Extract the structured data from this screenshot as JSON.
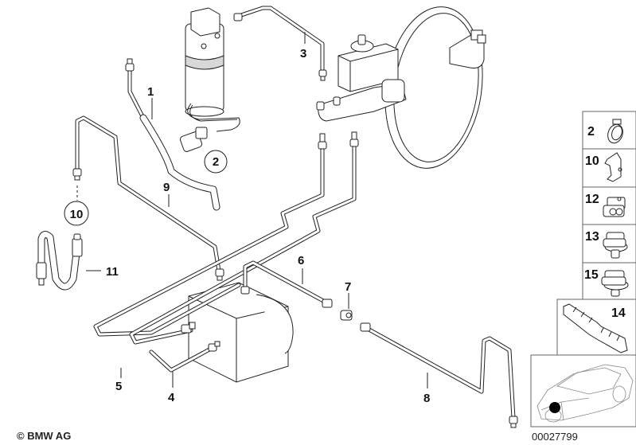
{
  "diagram": {
    "title": "Brake pipe, front / master cylinder and hydraulic unit",
    "callouts": [
      {
        "id": "1",
        "label": "1",
        "circled": false
      },
      {
        "id": "2",
        "label": "2",
        "circled": true
      },
      {
        "id": "3",
        "label": "3",
        "circled": false
      },
      {
        "id": "4",
        "label": "4",
        "circled": false
      },
      {
        "id": "5",
        "label": "5",
        "circled": false
      },
      {
        "id": "6",
        "label": "6",
        "circled": false
      },
      {
        "id": "7",
        "label": "7",
        "circled": false
      },
      {
        "id": "8",
        "label": "8",
        "circled": false
      },
      {
        "id": "9",
        "label": "9",
        "circled": false
      },
      {
        "id": "10",
        "label": "10",
        "circled": true
      },
      {
        "id": "11",
        "label": "11",
        "circled": false
      }
    ],
    "side_panels": [
      {
        "label": "2",
        "part": "hose-clamp-ring"
      },
      {
        "label": "10",
        "part": "bracket"
      },
      {
        "label": "12",
        "part": "pipe-clip"
      },
      {
        "label": "13",
        "part": "pipe-clip-with-stud"
      },
      {
        "label": "15",
        "part": "pipe-clip-with-base"
      },
      {
        "label": "14",
        "part": "pipe-holder-strip"
      }
    ],
    "locator": {
      "description": "car outline with front-left position marked",
      "marker": "filled-dot"
    }
  },
  "footer": {
    "copyright": "© BMW AG",
    "image_number": "00027799"
  }
}
